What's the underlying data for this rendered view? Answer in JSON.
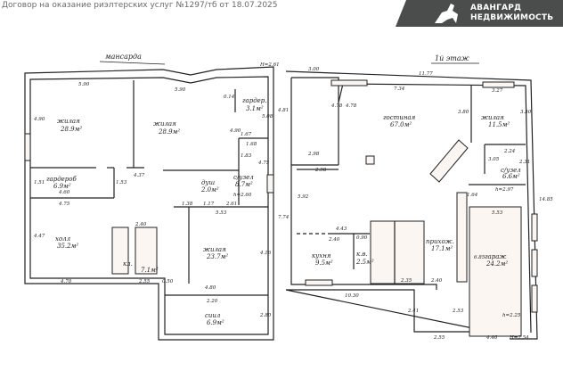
{
  "header": {
    "contract_text": "Договор на оказание риэлтерских услуг №1297/тб от 18.07.2025",
    "logo": {
      "line1": "АВАНГАРД",
      "line2": "НЕДВИЖИМОСТЬ",
      "bg_color": "#4a4d4b"
    }
  },
  "mansard": {
    "title": "мансарда",
    "height_note": "H=2.61",
    "rooms": [
      {
        "name": "жилая",
        "area": "28.9м²"
      },
      {
        "name": "жилая",
        "area": "28.9м²"
      },
      {
        "name": "гардер.",
        "area": "3.1м²"
      },
      {
        "name": "гардероб",
        "area": "6.9м²"
      },
      {
        "name": "с/узел",
        "area": "8.7м²"
      },
      {
        "name": "душ",
        "area": "2.0м²"
      },
      {
        "name": "холл",
        "area": "35.2м²"
      },
      {
        "name": "жилая",
        "area": "23.7м²"
      },
      {
        "name": "кл.",
        "area": "7.1м²"
      },
      {
        "name": "сиил",
        "area": "6.9м²"
      }
    ],
    "dims": [
      "5.90",
      "5.90",
      "4.90",
      "4.90",
      "0.14",
      "5.08",
      "1.67",
      "1.68",
      "1.83",
      "4.75",
      "4.37",
      "4.60",
      "4.75",
      "1.51",
      "1.53",
      "1.38",
      "1.17",
      "2.61",
      "h=2.60",
      "5.53",
      "2.40",
      "4.47",
      "4.70",
      "2.55",
      "0.50",
      "4.16",
      "4.80",
      "2.80",
      "2.20",
      "4.81"
    ]
  },
  "floor1": {
    "title": "1й этаж",
    "height_note": "H=2.54",
    "rooms": [
      {
        "name": "гостиная",
        "area": "67.0м²"
      },
      {
        "name": "жилая",
        "area": "11.5м²"
      },
      {
        "name": "с/узел",
        "area": "6.6м²"
      },
      {
        "name": "кухня",
        "area": "9.5м²"
      },
      {
        "name": "к.в.",
        "area": "2.5м²"
      },
      {
        "name": "прихож.",
        "area": "17.1м²"
      },
      {
        "name": "гараж",
        "area": "24.2м²"
      }
    ],
    "dims": [
      "3.00",
      "11.77",
      "7.34",
      "3.27",
      "4.78",
      "4.78",
      "3.50",
      "3.80",
      "2.98",
      "2.98",
      "2.24",
      "2.31",
      "3.05",
      "h=2.97",
      "1.64",
      "5.92",
      "4.43",
      "2.40",
      "0.90",
      "10.30",
      "2.35",
      "2.40",
      "5.53",
      "6.85",
      "h=2.25",
      "2.41",
      "2.53",
      "2.55",
      "4.46",
      "14.85",
      "7.74"
    ]
  }
}
